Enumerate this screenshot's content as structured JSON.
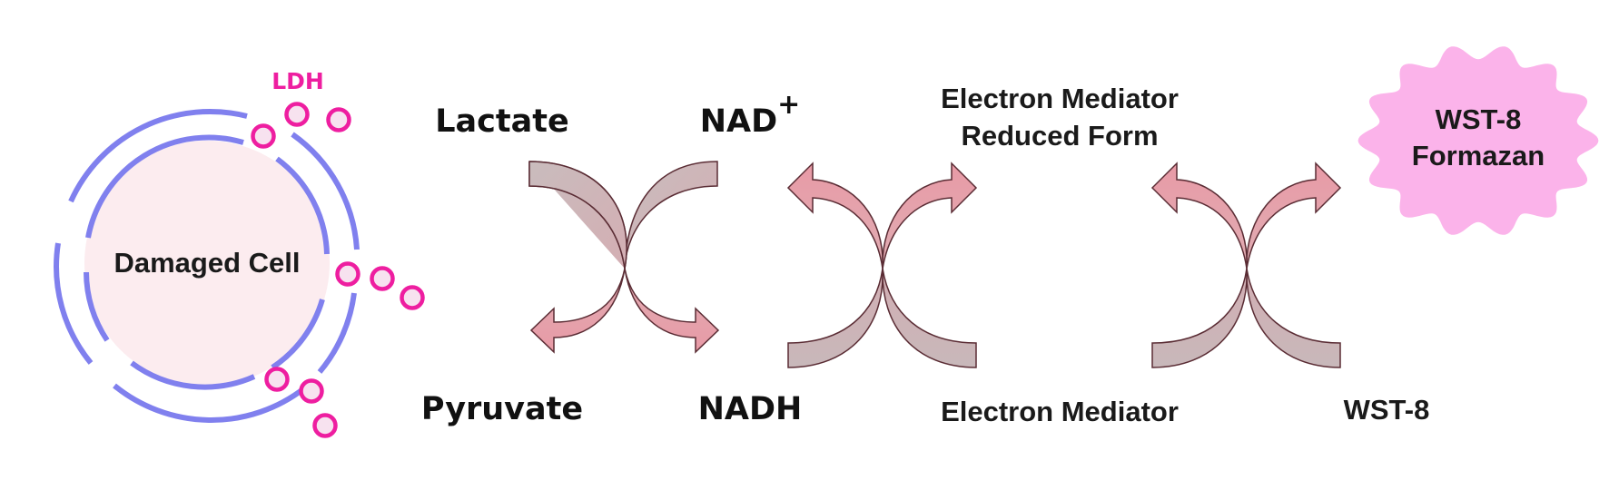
{
  "cell": {
    "label": "Damaged Cell",
    "membrane_color": "#8080ee",
    "fill_color": "#fcecef"
  },
  "ldh": {
    "label": "LDH",
    "color": "#ee1ea0"
  },
  "reaction1": {
    "top_left": "Lactate",
    "top_right": "NAD",
    "top_right_sup": "+",
    "bottom_left": "Pyruvate",
    "bottom_right": "NADH"
  },
  "reaction2": {
    "top": [
      "Electron Mediator",
      "Reduced Form"
    ],
    "bottom": "Electron Mediator"
  },
  "reaction3": {
    "top": [
      "WST-8",
      "Formazan"
    ],
    "bottom": "WST-8",
    "badge_color": "#fbb3ea"
  },
  "colors": {
    "arrow_gray": "#c9b9bb",
    "arrow_pink": "#e2a2ab",
    "arrow_stroke": "#5a2c34"
  }
}
